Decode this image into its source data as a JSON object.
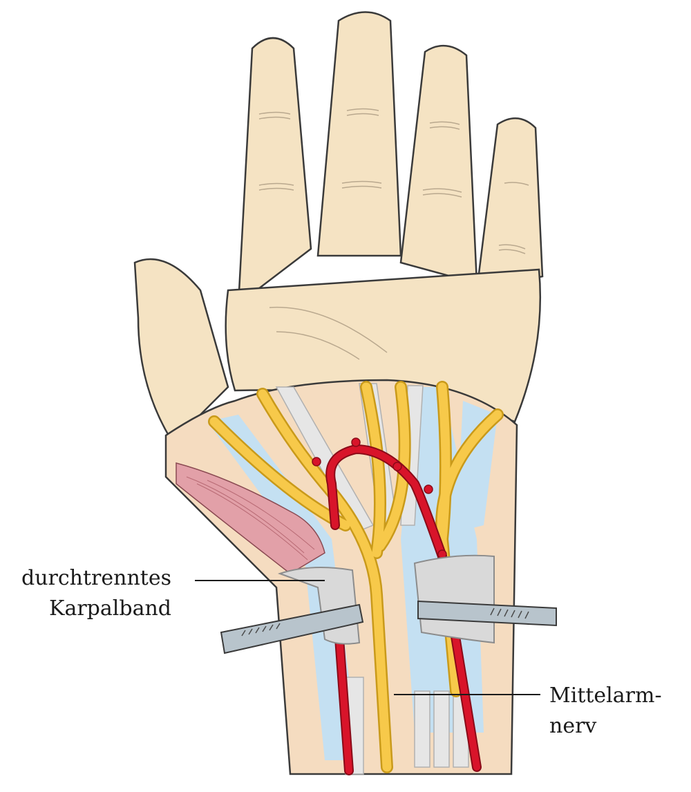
{
  "labels": {
    "cut_ligament_line1": "durchtrenntes",
    "cut_ligament_line2": "Karpalband",
    "median_nerve_line1": "Mittelarm-",
    "median_nerve_line2": "nerv"
  },
  "colors": {
    "skin": "#f5e3c3",
    "skin_outline": "#3a3a3a",
    "tissue": "#f5dcc0",
    "tendon_sheath": "#c4e0f2",
    "tendon": "#e6e6e6",
    "nerve": "#f7c94a",
    "nerve_outline": "#c99a1a",
    "artery": "#d8142a",
    "muscle": "#e2a0a8",
    "ligament": "#d9d9d9",
    "retractor": "#b8c4cc"
  }
}
